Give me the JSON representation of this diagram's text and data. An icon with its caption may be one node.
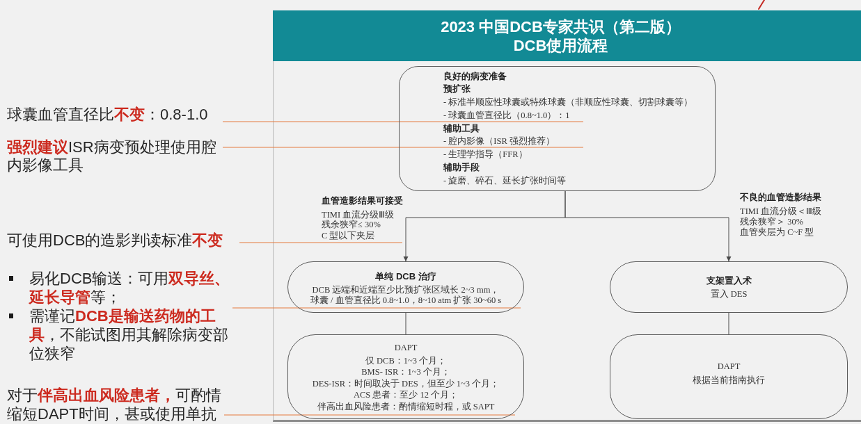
{
  "diagram": {
    "title": "2023 中国DCB专家共识（第二版）DCB使用流程",
    "nodes": [
      {
        "text": [
          "良好的病变准备",
          "预扩张",
          "- 标准半顺应性球囊或特殊球囊（非顺应性球囊、切割球囊等）",
          "- 球囊血管直径比（0.8~1.0）：1",
          "辅助工具",
          "- 腔内影像（ISR 强烈推荐）",
          "- 生理学指导（FFR）",
          "辅助手段",
          "- 旋磨、碎石、延长扩张时间等"
        ]
      },
      {
        "text": [
          "单纯 DCB 治疗",
          "DCB 远端和近端至少比预扩张区域长 2~3 mm，球囊 / 血管直径比 0.8~1.0，8~10 atm 扩张 30~60 s"
        ]
      },
      {
        "text": [
          "支架置入术",
          "置入 DES"
        ]
      },
      {
        "text": [
          "DAPT",
          "仅 DCB：1~3 个月；",
          "BMS- ISR：1~3 个月；",
          "DES-ISR：时间取决于 DES，但至少 1~3 个月；",
          "ACS 患者：至少 12 个月；",
          "伴高出血风险患者：酌情缩短时程，或 SAPT"
        ]
      },
      {
        "text": [
          "DAPT",
          "根据当前指南执行"
        ]
      },
      {
        "text": [
          "球囊血管直径比**不变**：0.8-1.0"
        ]
      },
      {
        "text": [
          "**强烈建议**ISR病变预处理使用腔内影像工具"
        ]
      },
      {
        "text": [
          "可使用DCB的造影判读标准**不变**"
        ]
      },
      {
        "text": [
          "易化DCB输送：可用**双导丝、延长导管**等；",
          "需谨记**DCB是输送药物的工具**，不能试图用其解除病变部位狭窄"
        ]
      },
      {
        "text": [
          "对于**伴高出血风险患者，**可酌情缩短DAPT时间，甚或使用单抗"
        ]
      }
    ],
    "edges": [
      {
        "from": 0,
        "to": 1,
        "arrow": "to",
        "color": "#4a4a4a"
      },
      {
        "from": 0,
        "to": 2,
        "arrow": "to",
        "color": "#4a4a4a"
      },
      {
        "from": 1,
        "to": 3,
        "arrow": "none",
        "color": "#4a4a4a"
      },
      {
        "from": 2,
        "to": 4,
        "arrow": "none",
        "color": "#4a4a4a"
      },
      {
        "from": 5,
        "to": 0,
        "arrow": "none",
        "color": "#e57b3f"
      },
      {
        "from": 6,
        "to": 0,
        "arrow": "none",
        "color": "#e57b3f"
      },
      {
        "from": 7,
        "to": null,
        "arrow": "none",
        "color": "#e57b3f"
      },
      {
        "from": 8,
        "to": 1,
        "arrow": "none",
        "color": "#e57b3f"
      },
      {
        "from": 9,
        "to": 3,
        "arrow": "none",
        "color": "#e57b3f"
      }
    ],
    "labels": [
      "血管造影结果可接受",
      "TIMI 血流分级Ⅲ级",
      "残余狭窄≤ 30%",
      "C 型以下夹层",
      "不良的血管造影结果",
      "TIMI 血流分级＜Ⅲ级",
      "残余狭窄＞ 30%",
      "血管夹层为 C~F 型"
    ]
  }
}
